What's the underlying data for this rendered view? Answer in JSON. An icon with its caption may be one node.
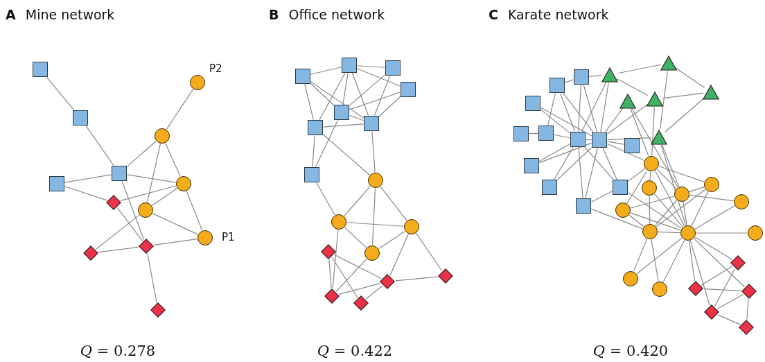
{
  "diagram": {
    "nodes": [
      {
        "text": [],
        "shape": "box"
      },
      {
        "text": [],
        "shape": "box"
      },
      {
        "text": [],
        "shape": "box"
      },
      {
        "text": [],
        "shape": "box"
      },
      {
        "text": [],
        "shape": "circle",
        "beside": [
          "P2"
        ]
      },
      {
        "text": [],
        "shape": "circle"
      },
      {
        "text": [],
        "shape": "circle"
      },
      {
        "text": [],
        "shape": "circle"
      },
      {
        "text": [],
        "shape": "circle",
        "beside": [
          "P1"
        ]
      },
      {
        "text": [],
        "shape": "diamond"
      },
      {
        "text": [],
        "shape": "diamond"
      },
      {
        "text": [],
        "shape": "diamond"
      },
      {
        "text": [],
        "shape": "diamond"
      },
      {
        "text": [],
        "shape": "box"
      },
      {
        "text": [],
        "shape": "box"
      },
      {
        "text": [],
        "shape": "box"
      },
      {
        "text": [],
        "shape": "box"
      },
      {
        "text": [],
        "shape": "box"
      },
      {
        "text": [],
        "shape": "box"
      },
      {
        "text": [],
        "shape": "box"
      },
      {
        "text": [],
        "shape": "box"
      },
      {
        "text": [],
        "shape": "circle"
      },
      {
        "text": [],
        "shape": "circle"
      },
      {
        "text": [],
        "shape": "circle"
      },
      {
        "text": [],
        "shape": "circle"
      },
      {
        "text": [],
        "shape": "diamond"
      },
      {
        "text": [],
        "shape": "diamond"
      },
      {
        "text": [],
        "shape": "diamond"
      },
      {
        "text": [],
        "shape": "diamond"
      },
      {
        "text": [],
        "shape": "diamond"
      },
      {
        "text": [],
        "shape": "box"
      },
      {
        "text": [],
        "shape": "box"
      },
      {
        "text": [],
        "shape": "box"
      },
      {
        "text": [],
        "shape": "box"
      },
      {
        "text": [],
        "shape": "box"
      },
      {
        "text": [],
        "shape": "box"
      },
      {
        "text": [],
        "shape": "box"
      },
      {
        "text": [],
        "shape": "box"
      },
      {
        "text": [],
        "shape": "box"
      },
      {
        "text": [],
        "shape": "box"
      },
      {
        "text": [],
        "shape": "box"
      },
      {
        "text": [],
        "shape": "box"
      },
      {
        "text": [],
        "shape": "triangle"
      },
      {
        "text": [],
        "shape": "triangle"
      },
      {
        "text": [],
        "shape": "triangle"
      },
      {
        "text": [],
        "shape": "triangle"
      },
      {
        "text": [],
        "shape": "triangle"
      },
      {
        "text": [],
        "shape": "triangle"
      },
      {
        "text": [],
        "shape": "circle"
      },
      {
        "text": [],
        "shape": "circle"
      },
      {
        "text": [],
        "shape": "circle"
      },
      {
        "text": [],
        "shape": "circle"
      },
      {
        "text": [],
        "shape": "circle"
      },
      {
        "text": [],
        "shape": "circle"
      },
      {
        "text": [],
        "shape": "circle"
      },
      {
        "text": [],
        "shape": "circle"
      },
      {
        "text": [],
        "shape": "circle"
      },
      {
        "text": [],
        "shape": "circle"
      },
      {
        "text": [],
        "shape": "circle"
      },
      {
        "text": [],
        "shape": "diamond"
      },
      {
        "text": [],
        "shape": "diamond"
      },
      {
        "text": [],
        "shape": "diamond"
      },
      {
        "text": [],
        "shape": "diamond"
      },
      {
        "text": [],
        "shape": "diamond"
      }
    ],
    "edges": [
      {
        "from": 0,
        "to": 1,
        "arrow": "none"
      },
      {
        "from": 1,
        "to": 2,
        "arrow": "none"
      },
      {
        "from": 2,
        "to": 5,
        "arrow": "none"
      },
      {
        "from": 2,
        "to": 6,
        "arrow": "none"
      },
      {
        "from": 2,
        "to": 3,
        "arrow": "none"
      },
      {
        "from": 2,
        "to": 11,
        "arrow": "none"
      },
      {
        "from": 3,
        "to": 9,
        "arrow": "none"
      },
      {
        "from": 4,
        "to": 5,
        "arrow": "none"
      },
      {
        "from": 5,
        "to": 6,
        "arrow": "none"
      },
      {
        "from": 5,
        "to": 7,
        "arrow": "none"
      },
      {
        "from": 6,
        "to": 8,
        "arrow": "none"
      },
      {
        "from": 6,
        "to": 7,
        "arrow": "none"
      },
      {
        "from": 6,
        "to": 9,
        "arrow": "none"
      },
      {
        "from": 7,
        "to": 8,
        "arrow": "none"
      },
      {
        "from": 7,
        "to": 10,
        "arrow": "none"
      },
      {
        "from": 9,
        "to": 11,
        "arrow": "none"
      },
      {
        "from": 10,
        "to": 11,
        "arrow": "none"
      },
      {
        "from": 11,
        "to": 8,
        "arrow": "none"
      },
      {
        "from": 11,
        "to": 12,
        "arrow": "none"
      },
      {
        "from": 13,
        "to": 14,
        "arrow": "none"
      },
      {
        "from": 13,
        "to": 17,
        "arrow": "none"
      },
      {
        "from": 13,
        "to": 18,
        "arrow": "none"
      },
      {
        "from": 13,
        "to": 19,
        "arrow": "none"
      },
      {
        "from": 14,
        "to": 15,
        "arrow": "none"
      },
      {
        "from": 14,
        "to": 16,
        "arrow": "none"
      },
      {
        "from": 14,
        "to": 17,
        "arrow": "none"
      },
      {
        "from": 14,
        "to": 18,
        "arrow": "none"
      },
      {
        "from": 14,
        "to": 19,
        "arrow": "none"
      },
      {
        "from": 15,
        "to": 17,
        "arrow": "none"
      },
      {
        "from": 15,
        "to": 18,
        "arrow": "none"
      },
      {
        "from": 16,
        "to": 17,
        "arrow": "none"
      },
      {
        "from": 16,
        "to": 18,
        "arrow": "none"
      },
      {
        "from": 17,
        "to": 18,
        "arrow": "none"
      },
      {
        "from": 18,
        "to": 19,
        "arrow": "none"
      },
      {
        "from": 17,
        "to": 20,
        "arrow": "none"
      },
      {
        "from": 19,
        "to": 20,
        "arrow": "none"
      },
      {
        "from": 19,
        "to": 21,
        "arrow": "none"
      },
      {
        "from": 18,
        "to": 21,
        "arrow": "none"
      },
      {
        "from": 20,
        "to": 22,
        "arrow": "none"
      },
      {
        "from": 21,
        "to": 22,
        "arrow": "none"
      },
      {
        "from": 21,
        "to": 23,
        "arrow": "none"
      },
      {
        "from": 21,
        "to": 24,
        "arrow": "none"
      },
      {
        "from": 22,
        "to": 23,
        "arrow": "none"
      },
      {
        "from": 22,
        "to": 24,
        "arrow": "none"
      },
      {
        "from": 22,
        "to": 28,
        "arrow": "none"
      },
      {
        "from": 23,
        "to": 24,
        "arrow": "none"
      },
      {
        "from": 23,
        "to": 26,
        "arrow": "none"
      },
      {
        "from": 23,
        "to": 27,
        "arrow": "none"
      },
      {
        "from": 24,
        "to": 28,
        "arrow": "none"
      },
      {
        "from": 25,
        "to": 28,
        "arrow": "none"
      },
      {
        "from": 25,
        "to": 26,
        "arrow": "none"
      },
      {
        "from": 25,
        "to": 29,
        "arrow": "none"
      },
      {
        "from": 26,
        "to": 28,
        "arrow": "none"
      },
      {
        "from": 26,
        "to": 29,
        "arrow": "none"
      },
      {
        "from": 26,
        "to": 27,
        "arrow": "none"
      },
      {
        "from": 31,
        "to": 30,
        "arrow": "none"
      },
      {
        "from": 30,
        "to": 42,
        "arrow": "none"
      },
      {
        "from": 42,
        "to": 43,
        "arrow": "none"
      },
      {
        "from": 42,
        "to": 46,
        "arrow": "none"
      },
      {
        "from": 42,
        "to": 35,
        "arrow": "none"
      },
      {
        "from": 42,
        "to": 36,
        "arrow": "none"
      },
      {
        "from": 43,
        "to": 44,
        "arrow": "none"
      },
      {
        "from": 43,
        "to": 47,
        "arrow": "none"
      },
      {
        "from": 44,
        "to": 46,
        "arrow": "none"
      },
      {
        "from": 44,
        "to": 47,
        "arrow": "none"
      },
      {
        "from": 46,
        "to": 48,
        "arrow": "none"
      },
      {
        "from": 46,
        "to": 36,
        "arrow": "none"
      },
      {
        "from": 45,
        "to": 36,
        "arrow": "none"
      },
      {
        "from": 45,
        "to": 48,
        "arrow": "none"
      },
      {
        "from": 45,
        "to": 51,
        "arrow": "none"
      },
      {
        "from": 47,
        "to": 51,
        "arrow": "none"
      },
      {
        "from": 47,
        "to": 36,
        "arrow": "none"
      },
      {
        "from": 47,
        "to": 55,
        "arrow": "none"
      },
      {
        "from": 31,
        "to": 35,
        "arrow": "none"
      },
      {
        "from": 31,
        "to": 34,
        "arrow": "none"
      },
      {
        "from": 31,
        "to": 36,
        "arrow": "none"
      },
      {
        "from": 30,
        "to": 35,
        "arrow": "none"
      },
      {
        "from": 30,
        "to": 36,
        "arrow": "none"
      },
      {
        "from": 32,
        "to": 35,
        "arrow": "none"
      },
      {
        "from": 32,
        "to": 36,
        "arrow": "none"
      },
      {
        "from": 33,
        "to": 34,
        "arrow": "none"
      },
      {
        "from": 34,
        "to": 35,
        "arrow": "none"
      },
      {
        "from": 35,
        "to": 36,
        "arrow": "none"
      },
      {
        "from": 35,
        "to": 38,
        "arrow": "none"
      },
      {
        "from": 36,
        "to": 38,
        "arrow": "none"
      },
      {
        "from": 35,
        "to": 39,
        "arrow": "none"
      },
      {
        "from": 36,
        "to": 39,
        "arrow": "none"
      },
      {
        "from": 35,
        "to": 41,
        "arrow": "none"
      },
      {
        "from": 36,
        "to": 41,
        "arrow": "none"
      },
      {
        "from": 36,
        "to": 37,
        "arrow": "none"
      },
      {
        "from": 36,
        "to": 40,
        "arrow": "none"
      },
      {
        "from": 36,
        "to": 48,
        "arrow": "none"
      },
      {
        "from": 35,
        "to": 40,
        "arrow": "none"
      },
      {
        "from": 41,
        "to": 40,
        "arrow": "none"
      },
      {
        "from": 41,
        "to": 54,
        "arrow": "none"
      },
      {
        "from": 40,
        "to": 48,
        "arrow": "none"
      },
      {
        "from": 40,
        "to": 55,
        "arrow": "none"
      },
      {
        "from": 48,
        "to": 53,
        "arrow": "none"
      },
      {
        "from": 48,
        "to": 51,
        "arrow": "none"
      },
      {
        "from": 48,
        "to": 50,
        "arrow": "none"
      },
      {
        "from": 48,
        "to": 55,
        "arrow": "none"
      },
      {
        "from": 48,
        "to": 49,
        "arrow": "none"
      },
      {
        "from": 49,
        "to": 54,
        "arrow": "none"
      },
      {
        "from": 49,
        "to": 55,
        "arrow": "none"
      },
      {
        "from": 53,
        "to": 51,
        "arrow": "none"
      },
      {
        "from": 53,
        "to": 54,
        "arrow": "none"
      },
      {
        "from": 53,
        "to": 55,
        "arrow": "none"
      },
      {
        "from": 51,
        "to": 50,
        "arrow": "none"
      },
      {
        "from": 51,
        "to": 52,
        "arrow": "none"
      },
      {
        "from": 51,
        "to": 54,
        "arrow": "none"
      },
      {
        "from": 51,
        "to": 55,
        "arrow": "none"
      },
      {
        "from": 50,
        "to": 54,
        "arrow": "none"
      },
      {
        "from": 50,
        "to": 55,
        "arrow": "none"
      },
      {
        "from": 52,
        "to": 55,
        "arrow": "none"
      },
      {
        "from": 56,
        "to": 55,
        "arrow": "none"
      },
      {
        "from": 54,
        "to": 55,
        "arrow": "none"
      },
      {
        "from": 54,
        "to": 57,
        "arrow": "none"
      },
      {
        "from": 54,
        "to": 58,
        "arrow": "none"
      },
      {
        "from": 55,
        "to": 57,
        "arrow": "none"
      },
      {
        "from": 55,
        "to": 58,
        "arrow": "none"
      },
      {
        "from": 55,
        "to": 59,
        "arrow": "none"
      },
      {
        "from": 55,
        "to": 60,
        "arrow": "none"
      },
      {
        "from": 55,
        "to": 61,
        "arrow": "none"
      },
      {
        "from": 55,
        "to": 62,
        "arrow": "none"
      },
      {
        "from": 59,
        "to": 60,
        "arrow": "none"
      },
      {
        "from": 59,
        "to": 62,
        "arrow": "none"
      },
      {
        "from": 60,
        "to": 61,
        "arrow": "none"
      },
      {
        "from": 61,
        "to": 62,
        "arrow": "none"
      },
      {
        "from": 61,
        "to": 63,
        "arrow": "none"
      },
      {
        "from": 62,
        "to": 63,
        "arrow": "none"
      }
    ],
    "labels": [
      "**A** Mine network",
      "**B** Office network",
      "**C** Karate network",
      "*Q* = 0.278",
      "*Q* = 0.422",
      "*Q* = 0.420"
    ]
  }
}
